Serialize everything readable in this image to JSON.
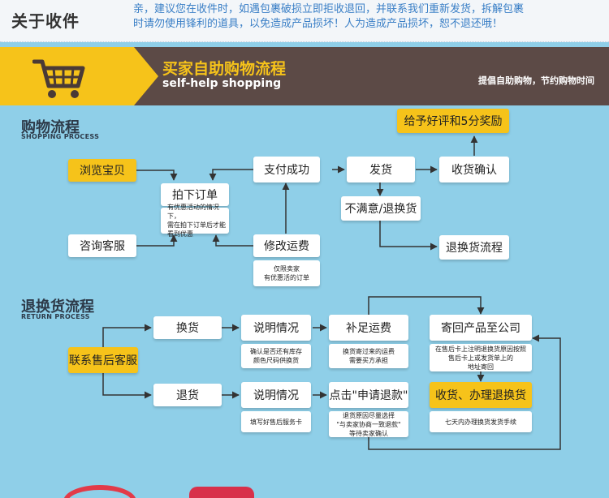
{
  "header": {
    "title": "关于收件",
    "notice_line1": "亲，建议您在收件时，如遇包裹破损立即拒收退回，并联系我们重新发货，拆解包裹",
    "notice_line2": "时请勿使用锋利的道具，以免造成产品损坏！人为造成产品损坏，恕不退还哦！"
  },
  "banner": {
    "title_cn": "买家自助购物流程",
    "title_en": "self-help shopping",
    "slogan": "提倡自助购物，节约购物时间",
    "icon": "shopping-cart-icon"
  },
  "shopping": {
    "title_cn": "购物流程",
    "title_en": "SHOPPING PROCESS",
    "browse": "浏览宝贝",
    "consult": "咨询客服",
    "order": "拍下订单",
    "order_note": [
      "有优惠活动的情况下，",
      "需在拍下订单后才能",
      "看到优惠"
    ],
    "pay": "支付成功",
    "modify": "修改运费",
    "modify_note": [
      "仅限卖家",
      "有优惠活的订单"
    ],
    "ship": "发货",
    "confirm": "收货确认",
    "praise": "给予好评和5分奖励",
    "unsatisfied": "不满意/退换货",
    "return_flow": "退换货流程"
  },
  "returns": {
    "title_cn": "退换货流程",
    "title_en": "RETURN PROCESS",
    "contact": "联系售后客服",
    "exchange": "换货",
    "refund": "退货",
    "explain1": "说明情况",
    "explain1_note": [
      "确认是否还有库存",
      "颜色尺码供换货"
    ],
    "explain2": "说明情况",
    "explain2_note": [
      "填写好售后服务卡"
    ],
    "shipping_fee": "补足运费",
    "shipping_fee_note": [
      "换货寄过来的运费",
      "需要买方承担"
    ],
    "apply_refund": "点击\"申请退款\"",
    "apply_refund_note": [
      "退货原因尽量选择",
      "\"与卖家协商一致退款\"",
      "等待卖家确认"
    ],
    "send_back": "寄回产品至公司",
    "send_back_note": [
      "在售后卡上注明退换货原因按照",
      "售后卡上或发货单上的",
      "地址寄回"
    ],
    "receive": "收货、办理退换货",
    "receive_note": [
      "七天内办理换货发货手续"
    ]
  },
  "colors": {
    "background": "#8fcfe8",
    "accent_yellow": "#f6c31a",
    "banner_brown": "#5c4a46",
    "notice_blue": "#3a7fc6",
    "line": "#333333"
  }
}
